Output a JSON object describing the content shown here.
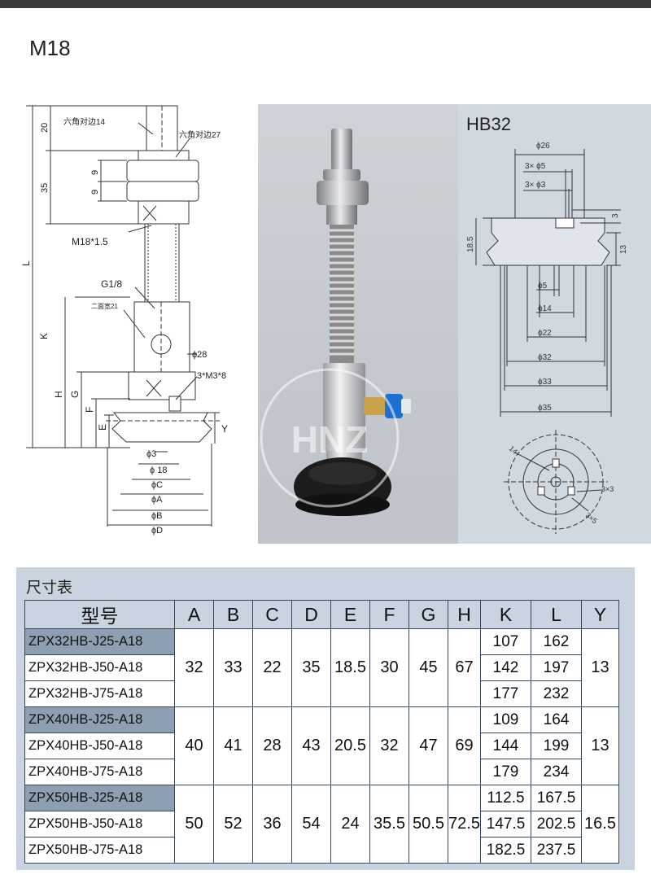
{
  "model_title": "M18",
  "drawing": {
    "labels": {
      "hex14": "六角对边14",
      "hex27": "六角对边27",
      "thread": "M18*1.5",
      "port": "G1/8",
      "flat21": "二面宽21",
      "phi28": "ϕ28",
      "m3": "3*M3*8",
      "dim20": "20",
      "dim35": "35",
      "dim9a": "9",
      "dim9b": "9",
      "L": "L",
      "K": "K",
      "H": "H",
      "G": "G",
      "F": "F",
      "E": "E",
      "Y": "Y",
      "phi3": "ϕ3",
      "phi18": "ϕ 18",
      "phiC": "ϕC",
      "phiA": "ϕA",
      "phiB": "ϕB",
      "phiD": "ϕD"
    }
  },
  "photo": {
    "watermark": "HNZ"
  },
  "cup": {
    "title": "HB32",
    "labels": {
      "phi26": "ϕ26",
      "hole5": "3× ϕ5",
      "hole3": "3× ϕ3",
      "d3": "3",
      "d185": "18.5",
      "d13": "13",
      "phi5": "ϕ5",
      "phi14": "ϕ14",
      "phi22": "ϕ22",
      "phi32": "ϕ32",
      "phi33": "ϕ33",
      "phi35": "ϕ35",
      "c14": "14",
      "c3x3": "3×3",
      "c3x5": "3×5"
    }
  },
  "table": {
    "caption": "尺寸表",
    "headers": [
      "型号",
      "A",
      "B",
      "C",
      "D",
      "E",
      "F",
      "G",
      "H",
      "K",
      "L",
      "Y"
    ],
    "groups": [
      {
        "models": [
          "ZPX32HB-J25-A18",
          "ZPX32HB-J50-A18",
          "ZPX32HB-J75-A18"
        ],
        "A": "32",
        "B": "33",
        "C": "22",
        "D": "35",
        "E": "18.5",
        "F": "30",
        "G": "45",
        "H": "67",
        "K": [
          "107",
          "142",
          "177"
        ],
        "L": [
          "162",
          "197",
          "232"
        ],
        "Y": "13"
      },
      {
        "models": [
          "ZPX40HB-J25-A18",
          "ZPX40HB-J50-A18",
          "ZPX40HB-J75-A18"
        ],
        "A": "40",
        "B": "41",
        "C": "28",
        "D": "43",
        "E": "20.5",
        "F": "32",
        "G": "47",
        "H": "69",
        "K": [
          "109",
          "144",
          "179"
        ],
        "L": [
          "164",
          "199",
          "234"
        ],
        "Y": "13"
      },
      {
        "models": [
          "ZPX50HB-J25-A18",
          "ZPX50HB-J50-A18",
          "ZPX50HB-J75-A18"
        ],
        "A": "50",
        "B": "52",
        "C": "36",
        "D": "54",
        "E": "24",
        "F": "35.5",
        "G": "50.5",
        "H": "72.5",
        "K": [
          "112.5",
          "147.5",
          "182.5"
        ],
        "L": [
          "167.5",
          "202.5",
          "237.5"
        ],
        "Y": "16.5"
      }
    ]
  },
  "colors": {
    "table_bg": "#c9d4e0",
    "highlight": "#8e9fb3",
    "cup_bg": "#d0d8e0"
  }
}
